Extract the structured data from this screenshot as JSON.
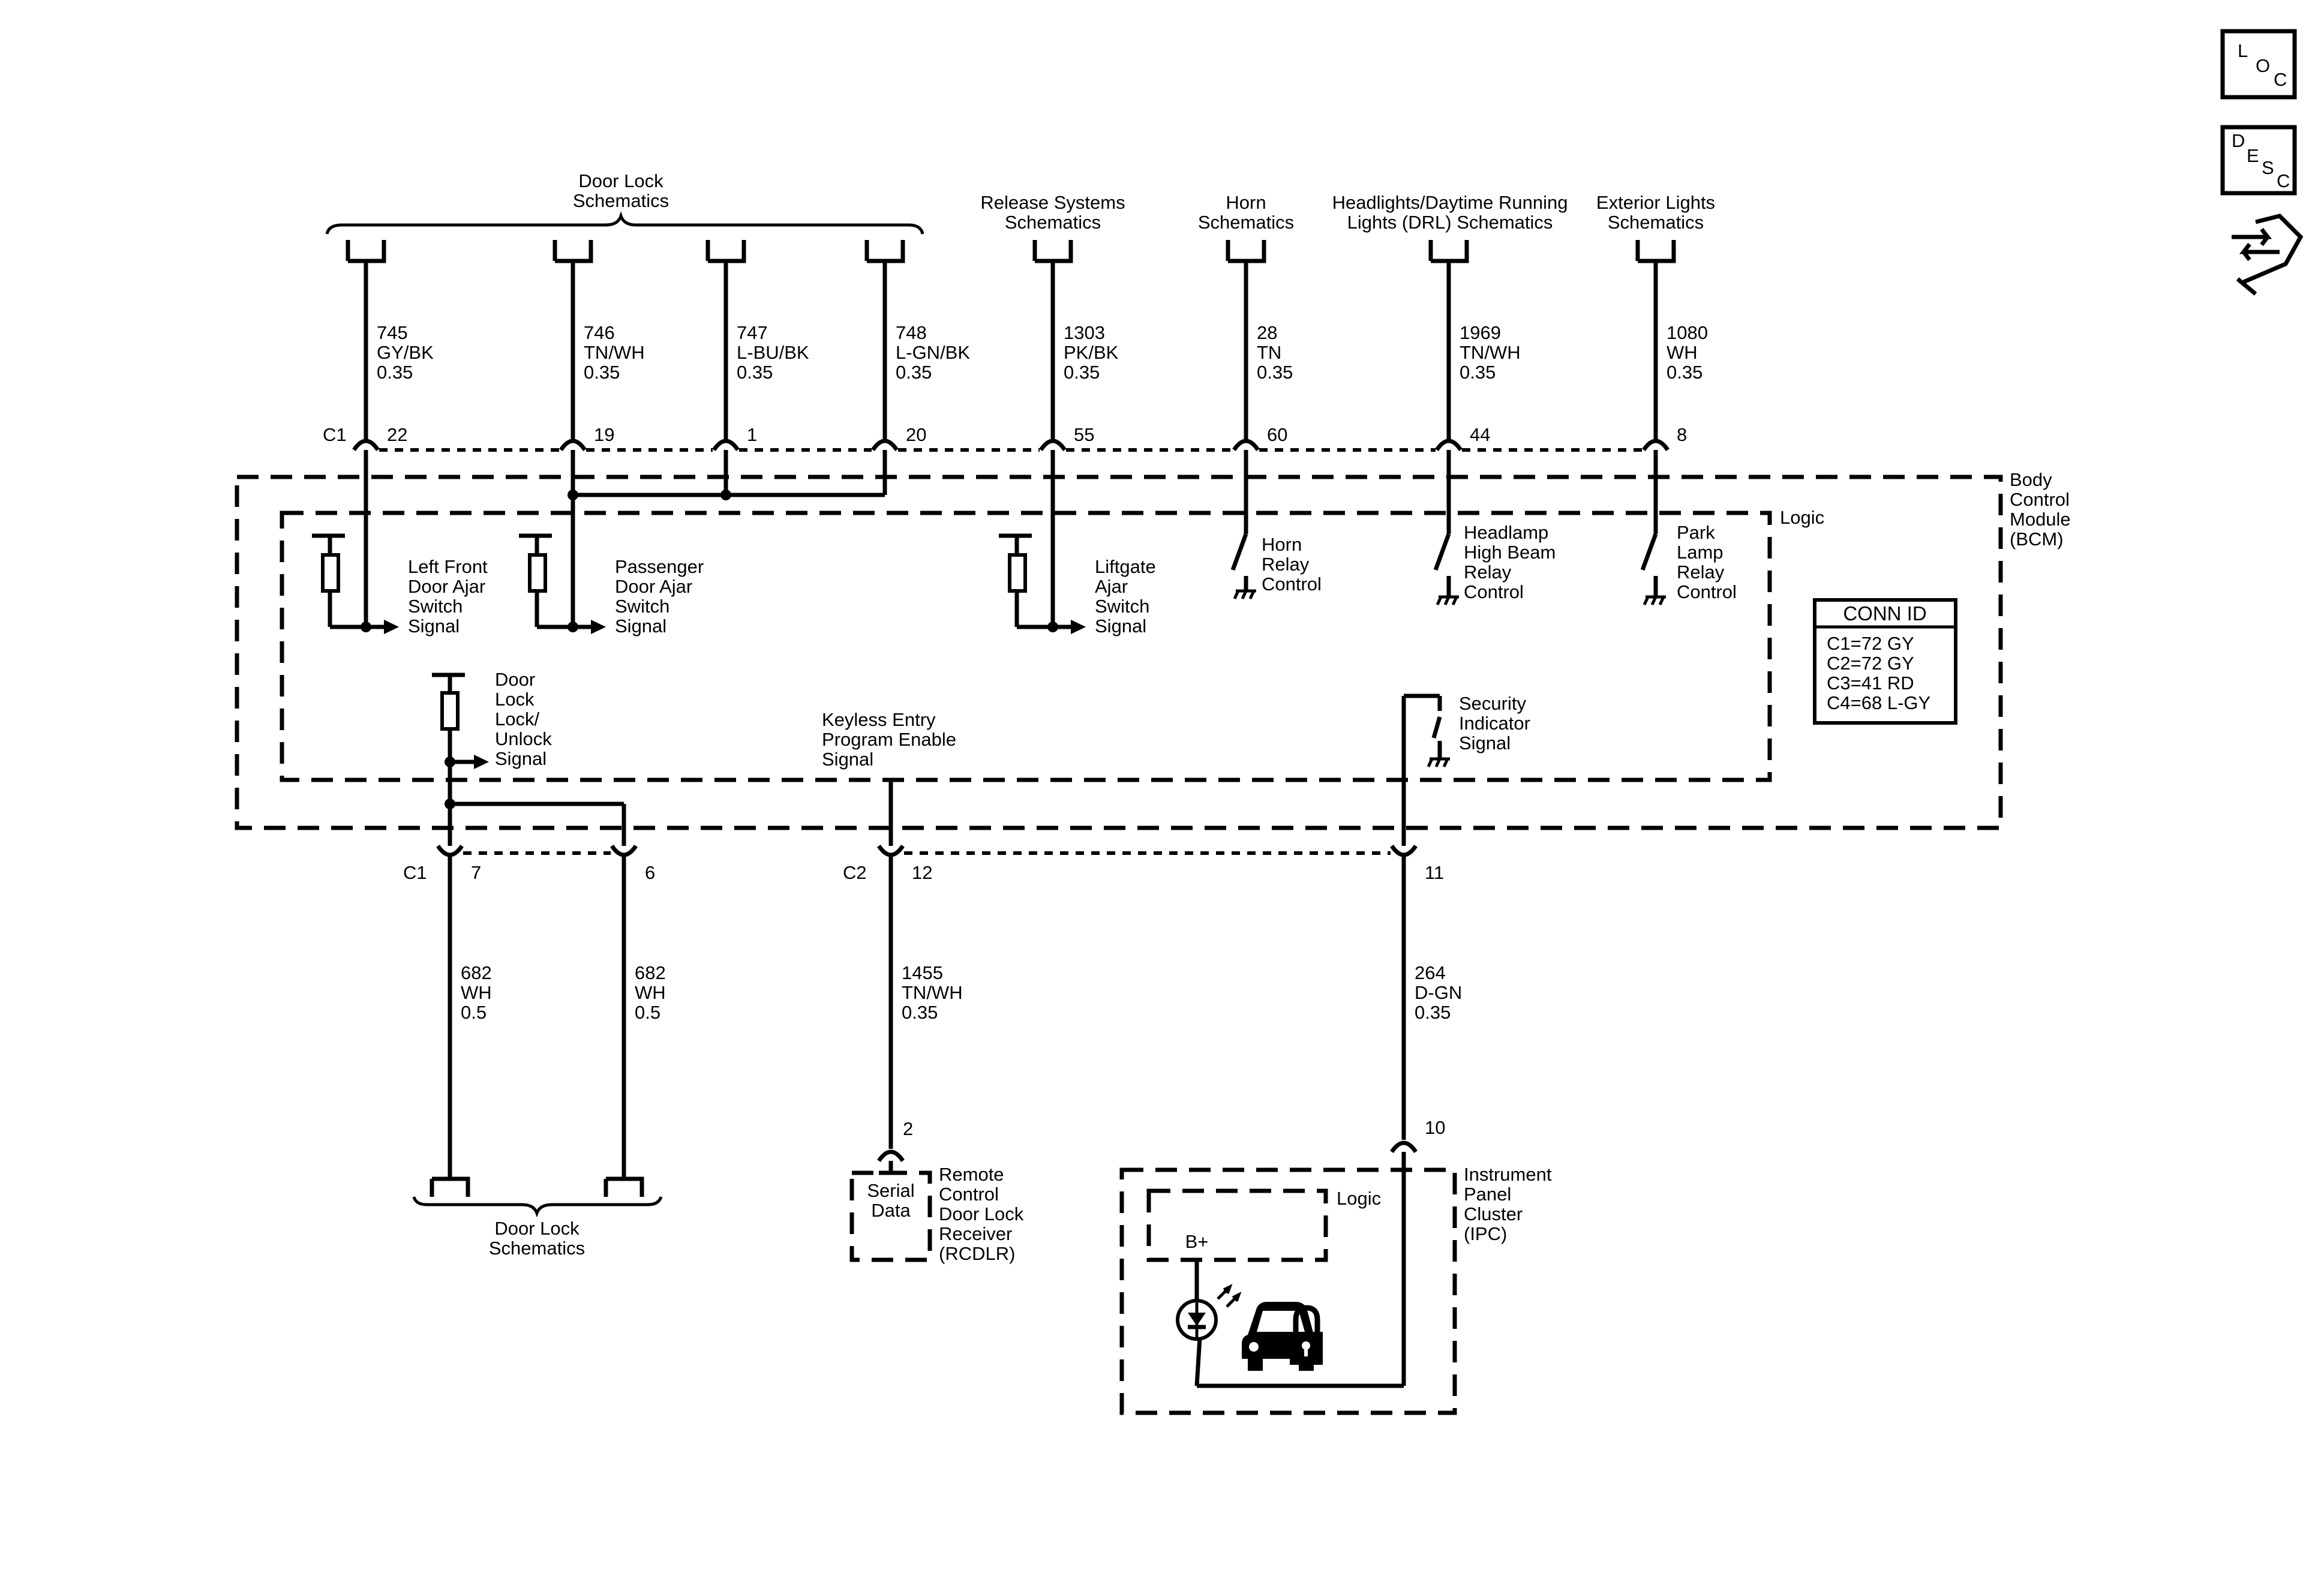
{
  "nav_icons": {
    "loc": [
      "L",
      "O",
      "C"
    ],
    "desc": [
      "D",
      "E",
      "S",
      "C"
    ],
    "third": "wrench-arrows-icon"
  },
  "top_schematics": {
    "door_lock": [
      "Door Lock",
      "Schematics"
    ],
    "release": [
      "Release Systems",
      "Schematics"
    ],
    "horn": [
      "Horn",
      "Schematics"
    ],
    "headlights": [
      "Headlights/Daytime Running",
      "Lights (DRL) Schematics"
    ],
    "exterior": [
      "Exterior Lights",
      "Schematics"
    ]
  },
  "top_wires": [
    {
      "circuit": "745",
      "color": "GY/BK",
      "gauge": "0.35",
      "pin": "22"
    },
    {
      "circuit": "746",
      "color": "TN/WH",
      "gauge": "0.35",
      "pin": "19"
    },
    {
      "circuit": "747",
      "color": "L-BU/BK",
      "gauge": "0.35",
      "pin": "1"
    },
    {
      "circuit": "748",
      "color": "L-GN/BK",
      "gauge": "0.35",
      "pin": "20"
    },
    {
      "circuit": "1303",
      "color": "PK/BK",
      "gauge": "0.35",
      "pin": "55"
    },
    {
      "circuit": "28",
      "color": "TN",
      "gauge": "0.35",
      "pin": "60"
    },
    {
      "circuit": "1969",
      "color": "TN/WH",
      "gauge": "0.35",
      "pin": "44"
    },
    {
      "circuit": "1080",
      "color": "WH",
      "gauge": "0.35",
      "pin": "8"
    }
  ],
  "connectors": {
    "c1_top": "C1",
    "c1_bottom": "C1",
    "c2": "C2"
  },
  "bcm": {
    "name": [
      "Body",
      "Control",
      "Module",
      "(BCM)"
    ],
    "logic": "Logic",
    "signals": {
      "left_front": [
        "Left Front",
        "Door Ajar",
        "Switch",
        "Signal"
      ],
      "passenger": [
        "Passenger",
        "Door Ajar",
        "Switch",
        "Signal"
      ],
      "liftgate": [
        "Liftgate",
        "Ajar",
        "Switch",
        "Signal"
      ],
      "horn": [
        "Horn",
        "Relay",
        "Control"
      ],
      "headlamp": [
        "Headlamp",
        "High Beam",
        "Relay",
        "Control"
      ],
      "park": [
        "Park",
        "Lamp",
        "Relay",
        "Control"
      ],
      "door_lock": [
        "Door",
        "Lock",
        "Lock/",
        "Unlock",
        "Signal"
      ],
      "keyless": [
        "Keyless Entry",
        "Program Enable",
        "Signal"
      ],
      "security": [
        "Security",
        "Indicator",
        "Signal"
      ]
    }
  },
  "conn_id": {
    "title": "CONN ID",
    "lines": [
      "C1=72 GY",
      "C2=72 GY",
      "C3=41 RD",
      "C4=68 L-GY"
    ]
  },
  "bottom_wires": [
    {
      "circuit": "682",
      "color": "WH",
      "gauge": "0.5",
      "pin": "7"
    },
    {
      "circuit": "682",
      "color": "WH",
      "gauge": "0.5",
      "pin": "6"
    },
    {
      "circuit": "1455",
      "color": "TN/WH",
      "gauge": "0.35",
      "pin": "12"
    },
    {
      "circuit": "264",
      "color": "D-GN",
      "gauge": "0.35",
      "pin": "11"
    }
  ],
  "bottom_door_lock": [
    "Door Lock",
    "Schematics"
  ],
  "rcdlr": {
    "pin": "2",
    "inner": [
      "Serial",
      "Data"
    ],
    "name": [
      "Remote",
      "Control",
      "Door Lock",
      "Receiver",
      "(RCDLR)"
    ]
  },
  "ipc": {
    "pin": "10",
    "logic": "Logic",
    "bplus": "B+",
    "name": [
      "Instrument",
      "Panel",
      "Cluster",
      "(IPC)"
    ]
  }
}
